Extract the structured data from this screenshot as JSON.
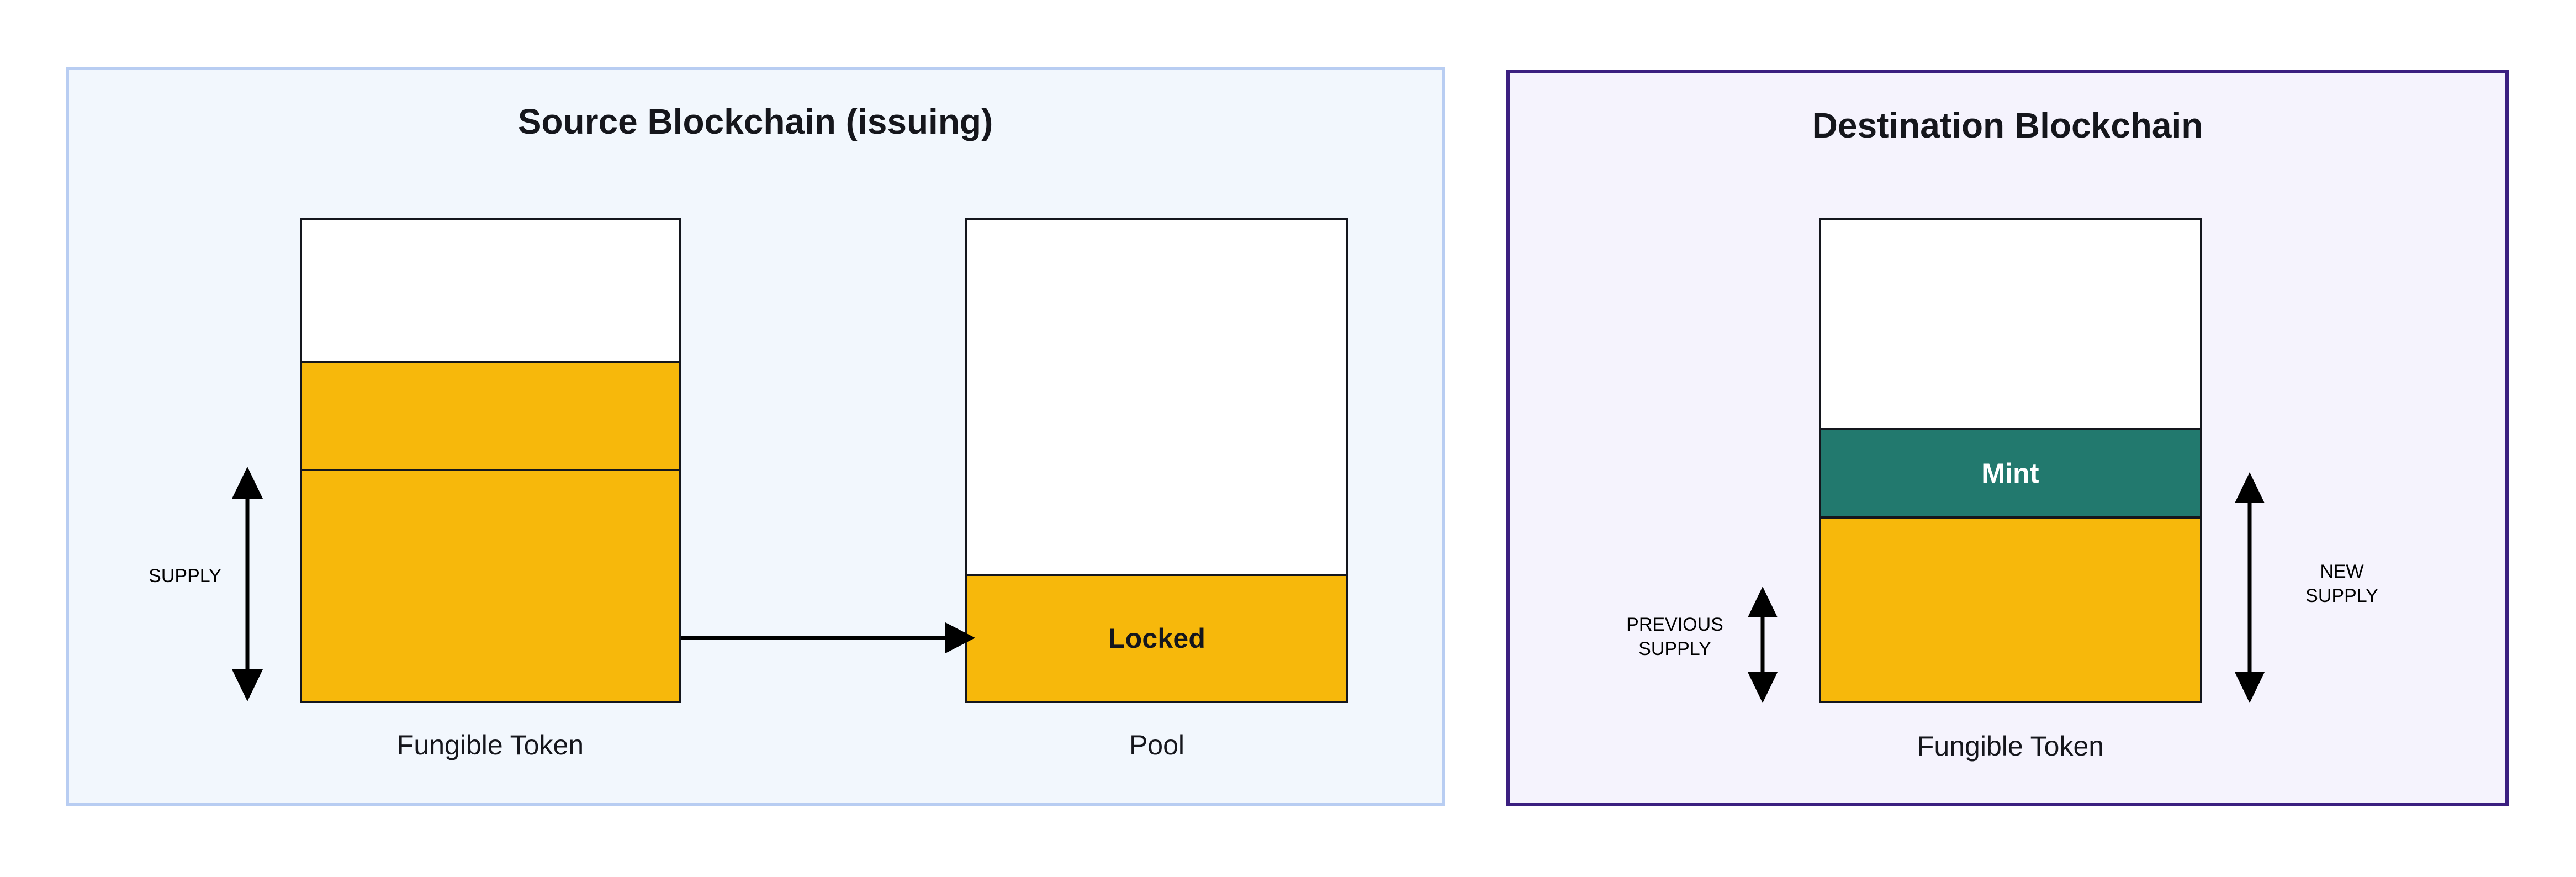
{
  "diagram": {
    "title_source": "Source Blockchain (issuing)",
    "title_destination": "Destination Blockchain"
  },
  "panels": {
    "source": {
      "title": "Source Blockchain (issuing)",
      "border_color": "#b8cdf2",
      "fill_color": "#f2f7fd",
      "bars": [
        {
          "caption": "Fungible Token",
          "segments": [
            {
              "label": "",
              "color": "#ffffff",
              "kind": "empty"
            },
            {
              "label": "",
              "color": "#f7b80b",
              "kind": "supply-upper"
            },
            {
              "label": "",
              "color": "#f7b80b",
              "kind": "supply-lower"
            }
          ]
        },
        {
          "caption": "Pool",
          "segments": [
            {
              "label": "",
              "color": "#ffffff",
              "kind": "empty"
            },
            {
              "label": "Locked",
              "color": "#f7b80b",
              "kind": "locked"
            }
          ]
        }
      ],
      "measures": [
        {
          "label": "SUPPLY",
          "lines": [
            "SUPPLY"
          ],
          "style": "double-arrow-vertical"
        }
      ],
      "flow_arrow": {
        "from": "Fungible Token",
        "to": "Pool",
        "direction": "right"
      }
    },
    "destination": {
      "title": "Destination Blockchain",
      "border_color": "#3b1f80",
      "fill_color": "#f5f3fd",
      "bars": [
        {
          "caption": "Fungible Token",
          "segments": [
            {
              "label": "",
              "color": "#ffffff",
              "kind": "empty"
            },
            {
              "label": "Mint",
              "color": "#22796e",
              "kind": "mint"
            },
            {
              "label": "",
              "color": "#f7b80b",
              "kind": "previous-supply"
            }
          ]
        }
      ],
      "measures": [
        {
          "label": "PREVIOUS SUPPLY",
          "lines": [
            "PREVIOUS",
            "SUPPLY"
          ],
          "style": "double-arrow-vertical"
        },
        {
          "label": "NEW SUPPLY",
          "lines": [
            "NEW",
            "SUPPLY"
          ],
          "style": "double-arrow-vertical"
        }
      ]
    }
  },
  "labels": {
    "locked": "Locked",
    "mint": "Mint",
    "fungible_token": "Fungible Token",
    "pool": "Pool",
    "supply": "SUPPLY",
    "previous_supply_line1": "PREVIOUS",
    "previous_supply_line2": "SUPPLY",
    "new_supply_line1": "NEW",
    "new_supply_line2": "SUPPLY"
  },
  "colors": {
    "token_yellow": "#f7b80b",
    "mint_teal": "#22796e",
    "stroke": "#14161d",
    "source_border": "#b8cdf2",
    "source_fill": "#f2f7fd",
    "destination_border": "#3b1f80",
    "destination_fill": "#f5f3fd"
  }
}
